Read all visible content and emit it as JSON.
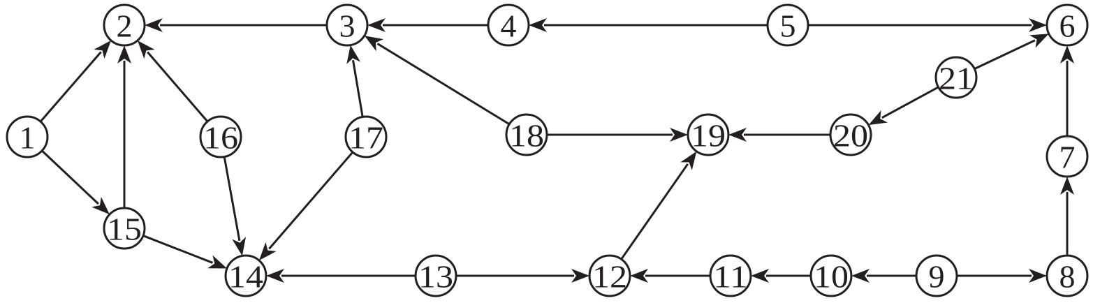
{
  "colors": {
    "ink": "#231f20",
    "background": "#ffffff"
  },
  "graph": {
    "nodes": [
      {
        "id": "1",
        "label": "1"
      },
      {
        "id": "2",
        "label": "2"
      },
      {
        "id": "3",
        "label": "3"
      },
      {
        "id": "4",
        "label": "4"
      },
      {
        "id": "5",
        "label": "5"
      },
      {
        "id": "6",
        "label": "6"
      },
      {
        "id": "7",
        "label": "7"
      },
      {
        "id": "8",
        "label": "8"
      },
      {
        "id": "9",
        "label": "9"
      },
      {
        "id": "10",
        "label": "10"
      },
      {
        "id": "11",
        "label": "11"
      },
      {
        "id": "12",
        "label": "12"
      },
      {
        "id": "13",
        "label": "13"
      },
      {
        "id": "14",
        "label": "14"
      },
      {
        "id": "15",
        "label": "15"
      },
      {
        "id": "16",
        "label": "16"
      },
      {
        "id": "17",
        "label": "17"
      },
      {
        "id": "18",
        "label": "18"
      },
      {
        "id": "19",
        "label": "19"
      },
      {
        "id": "20",
        "label": "20"
      },
      {
        "id": "21",
        "label": "21"
      }
    ],
    "edges": [
      {
        "from": "1",
        "to": "2"
      },
      {
        "from": "1",
        "to": "15"
      },
      {
        "from": "15",
        "to": "2"
      },
      {
        "from": "15",
        "to": "14"
      },
      {
        "from": "16",
        "to": "2"
      },
      {
        "from": "16",
        "to": "14"
      },
      {
        "from": "17",
        "to": "3"
      },
      {
        "from": "17",
        "to": "14"
      },
      {
        "from": "3",
        "to": "2"
      },
      {
        "from": "4",
        "to": "3"
      },
      {
        "from": "5",
        "to": "4"
      },
      {
        "from": "5",
        "to": "6"
      },
      {
        "from": "18",
        "to": "3"
      },
      {
        "from": "18",
        "to": "19"
      },
      {
        "from": "20",
        "to": "19"
      },
      {
        "from": "21",
        "to": "20"
      },
      {
        "from": "21",
        "to": "6"
      },
      {
        "from": "7",
        "to": "6"
      },
      {
        "from": "8",
        "to": "7"
      },
      {
        "from": "9",
        "to": "8"
      },
      {
        "from": "9",
        "to": "10"
      },
      {
        "from": "10",
        "to": "11"
      },
      {
        "from": "11",
        "to": "12"
      },
      {
        "from": "12",
        "to": "19"
      },
      {
        "from": "13",
        "to": "12"
      },
      {
        "from": "13",
        "to": "14"
      }
    ]
  }
}
